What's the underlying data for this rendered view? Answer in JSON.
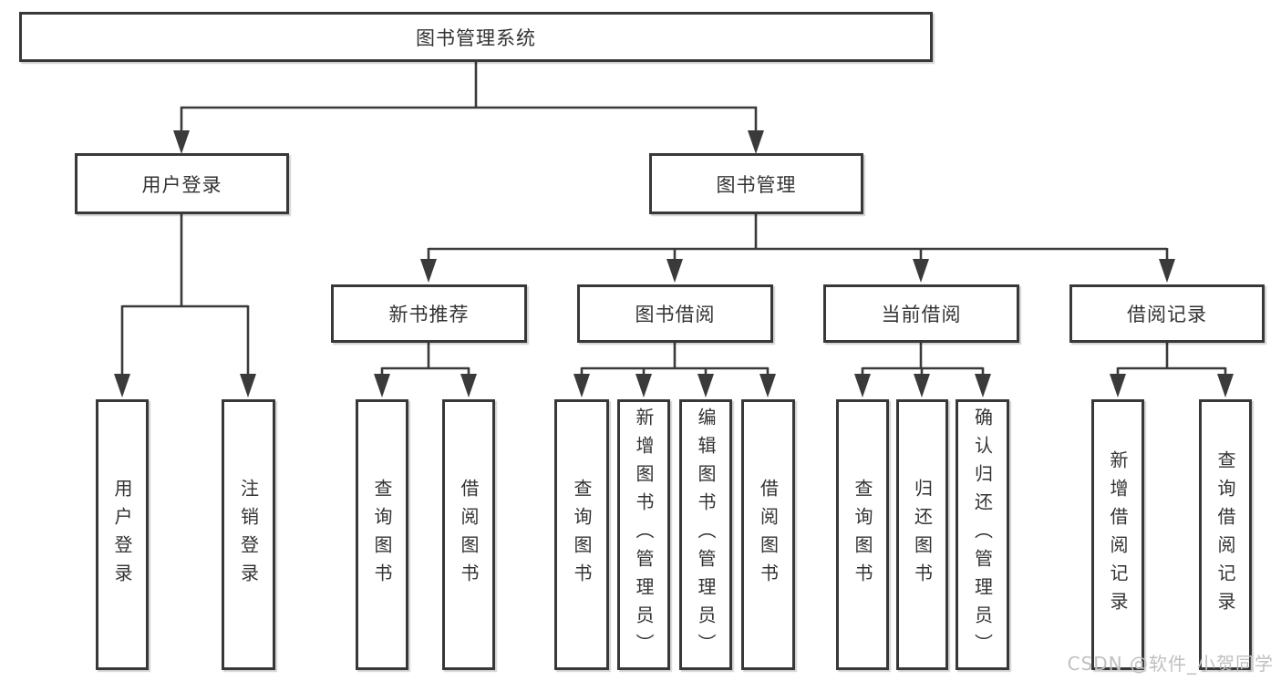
{
  "diagram_title": "图书管理系统",
  "nodes": {
    "root": "图书管理系统",
    "user_login_group": "用户登录",
    "book_management": "图书管理",
    "new_book_recommend": "新书推荐",
    "book_borrow": "图书借阅",
    "current_borrow": "当前借阅",
    "borrow_records": "借阅记录",
    "leaf_user_login": "用户登录",
    "leaf_logout": "注销登录",
    "leaf_new_query_book": "查询图书",
    "leaf_new_borrow_book": "借阅图书",
    "leaf_bor_query_book": "查询图书",
    "leaf_bor_add_book": "新增图书（管理员）",
    "leaf_bor_edit_book": "编辑图书（管理员）",
    "leaf_bor_borrow_book": "借阅图书",
    "leaf_cur_query_book": "查询图书",
    "leaf_cur_return_book": "归还图书",
    "leaf_cur_confirm_return": "确认归还（管理员）",
    "leaf_rec_add_record": "新增借阅记录",
    "leaf_rec_query_record": "查询借阅记录"
  },
  "watermark": "CSDN @软件_小贺同学",
  "colors": {
    "line": "#3a3a3a",
    "text": "#333333",
    "watermark": "#c0c0c0",
    "background": "#ffffff"
  }
}
